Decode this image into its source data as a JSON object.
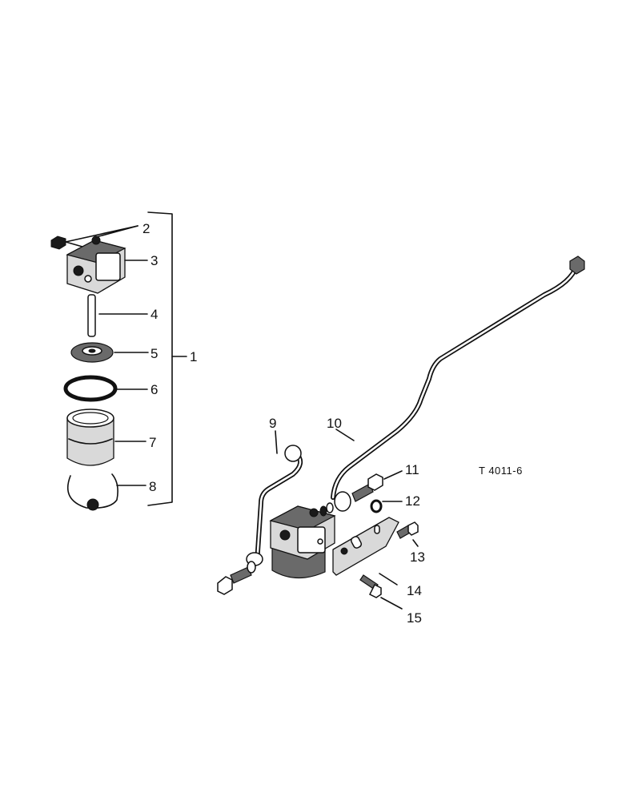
{
  "labels": {
    "l1": "1",
    "l2": "2",
    "l3": "3",
    "l4": "4",
    "l5": "5",
    "l6": "6",
    "l7": "7",
    "l8": "8",
    "l9": "9",
    "l10": "10",
    "l11": "11",
    "l12": "12",
    "l13": "13",
    "l14": "14",
    "l15": "15"
  },
  "reference_code": "T 4011-6"
}
